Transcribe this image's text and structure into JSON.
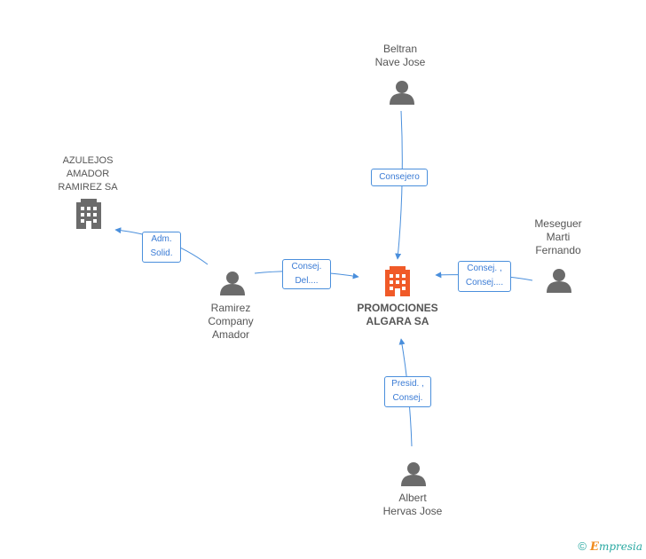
{
  "nodes": {
    "main_company": {
      "label": "PROMOCIONES\nALGARA SA",
      "color": "#f05a28"
    },
    "other_company": {
      "label": "AZULEJOS\nAMADOR\nRAMIREZ SA",
      "color": "#6b6b6b"
    },
    "beltran": {
      "label": "Beltran\nNave Jose"
    },
    "meseguer": {
      "label": "Meseguer\nMarti\nFernando"
    },
    "ramirez": {
      "label": "Ramirez\nCompany\nAmador"
    },
    "albert": {
      "label": "Albert\nHervas Jose"
    }
  },
  "roles": {
    "beltran_role": "Consejero",
    "meseguer_role": "Consej. ,\nConsej....",
    "ramirez_role": "Consej.\nDel....",
    "ramirez_other_role": "Adm.\nSolid.",
    "albert_role": "Presid. ,\nConsej."
  },
  "colors": {
    "edge": "#4a8fdc",
    "person": "#6b6b6b",
    "footer": "#2aa9a2",
    "brand_accent": "#f08a1c"
  },
  "footer": {
    "copyright_symbol": "©",
    "brand_first": "E",
    "brand_rest": "mpresia"
  }
}
